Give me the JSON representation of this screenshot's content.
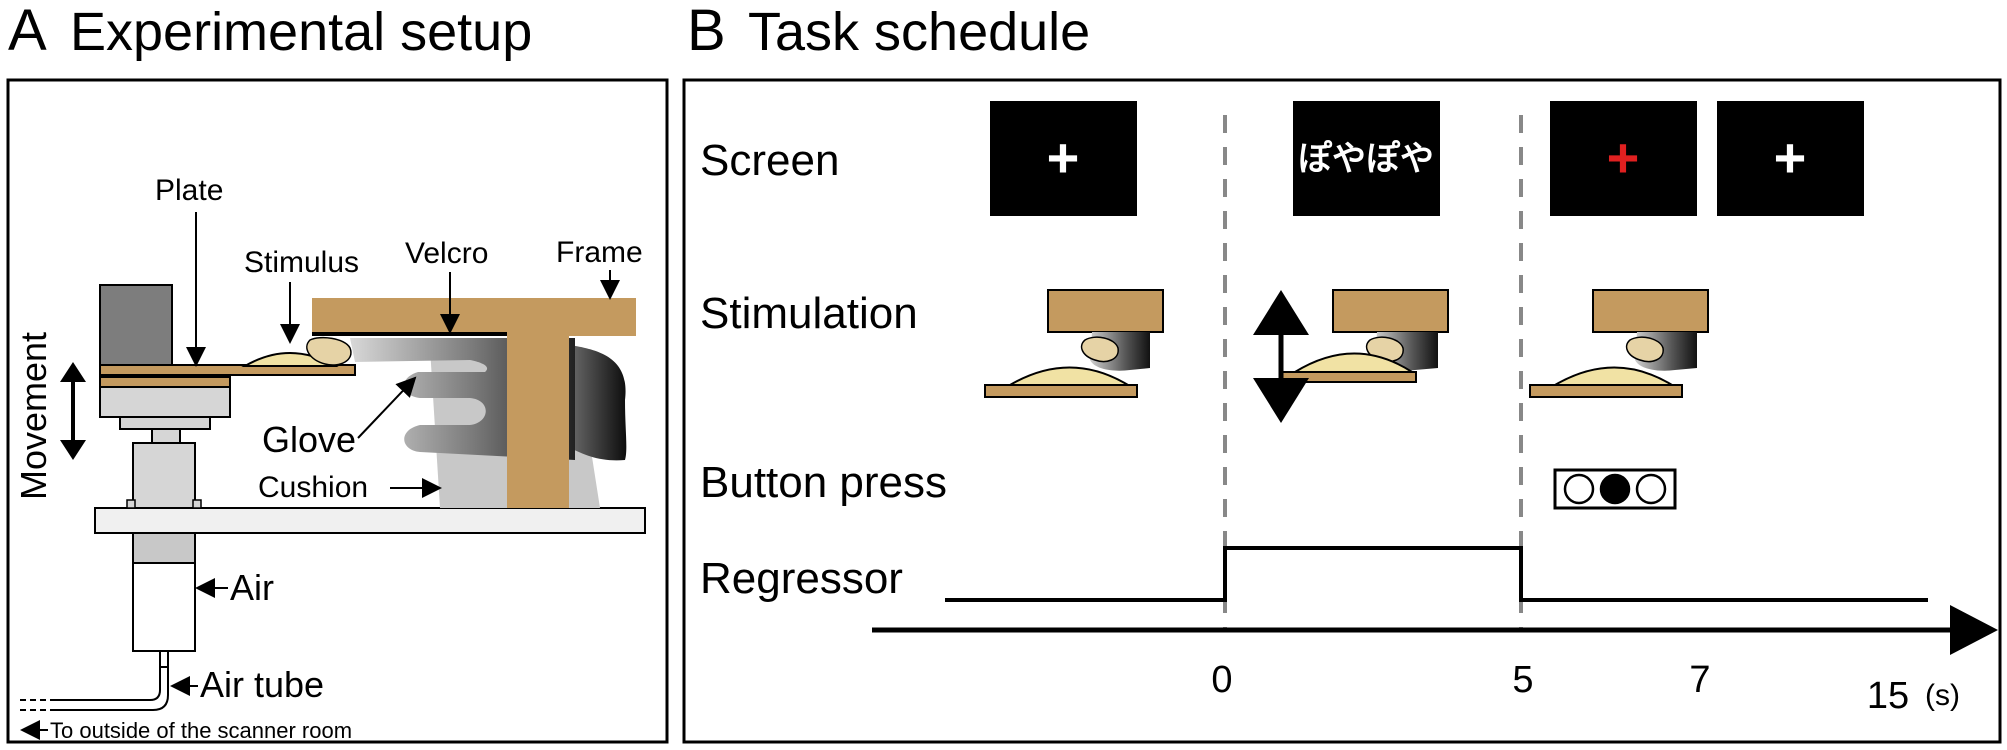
{
  "panel_a": {
    "letter": "A",
    "title": "Experimental setup",
    "labels": {
      "plate": "Plate",
      "stimulus": "Stimulus",
      "velcro": "Velcro",
      "frame": "Frame",
      "movement": "Movement",
      "glove": "Glove",
      "cushion": "Cushion",
      "air": "Air",
      "air_tube": "Air tube",
      "outside": "To outside of the scanner room"
    }
  },
  "panel_b": {
    "letter": "B",
    "title": "Task schedule",
    "rows": {
      "screen": "Screen",
      "stimulation": "Stimulation",
      "button_press": "Button press",
      "regressor": "Regressor"
    },
    "screens": {
      "fixation": "+",
      "word": "ぽやぽや",
      "response_cue": "+",
      "fixation_end": "+"
    },
    "time_ticks": [
      "0",
      "5",
      "7",
      "15"
    ],
    "time_unit": "(s)",
    "colors": {
      "response_cue": "#e02020",
      "screen_bg": "#000000",
      "tan": "#c49a5f",
      "stimulus_fill": "#f1e2a4"
    }
  }
}
